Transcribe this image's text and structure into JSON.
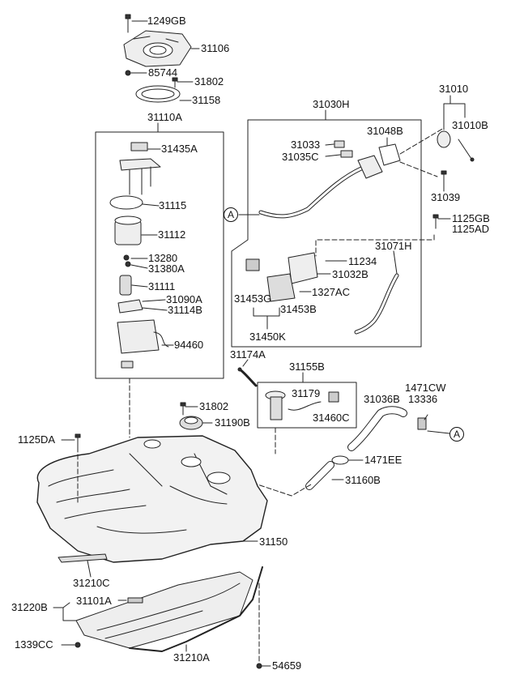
{
  "labels": {
    "p1249GB": "1249GB",
    "p31106": "31106",
    "p85744": "85744",
    "p31802a": "31802",
    "p31158": "31158",
    "p31110A": "31110A",
    "p31435A": "31435A",
    "p31115": "31115",
    "p31112": "31112",
    "p13280": "13280",
    "p31380A": "31380A",
    "p31111": "31111",
    "p31090A": "31090A",
    "p31114B": "31114B",
    "p94460": "94460",
    "p31030H": "31030H",
    "p31033": "31033",
    "p31035C": "31035C",
    "p31048B": "31048B",
    "p31010": "31010",
    "p31010B": "31010B",
    "p31039": "31039",
    "p1125GB": "1125GB",
    "p1125AD": "1125AD",
    "p31071H": "31071H",
    "p11234": "11234",
    "p31032B": "31032B",
    "p1327AC": "1327AC",
    "p31453G": "31453G",
    "p31453B": "31453B",
    "p31450K": "31450K",
    "p31174A": "31174A",
    "p31155B": "31155B",
    "p31179": "31179",
    "p31460C": "31460C",
    "p1471CW": "1471CW",
    "p13336": "13336",
    "p31036B": "31036B",
    "p31802b": "31802",
    "p31190B": "31190B",
    "p1125DA": "1125DA",
    "p1471EE": "1471EE",
    "p31160B": "31160B",
    "p31150": "31150",
    "p31210C": "31210C",
    "p31220B": "31220B",
    "p31101A": "31101A",
    "p1339CC": "1339CC",
    "p31210A": "31210A",
    "p54659": "54659"
  },
  "callouts": {
    "left": "A",
    "right": "A"
  }
}
